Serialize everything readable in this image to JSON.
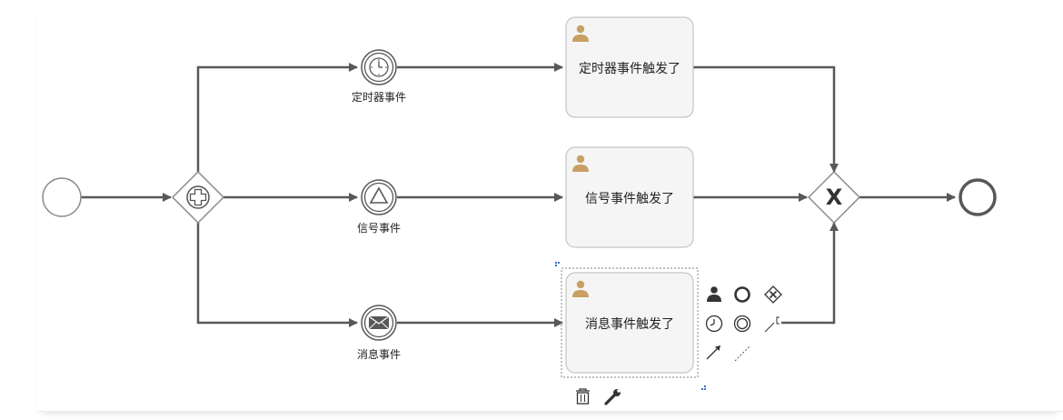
{
  "events": {
    "timer_label": "定时器事件",
    "signal_label": "信号事件",
    "message_label": "消息事件"
  },
  "tasks": {
    "timer_task": "定时器事件触发了",
    "signal_task": "信号事件触发了",
    "message_task": "消息事件触发了"
  },
  "gateways": {
    "parallel_symbol": "+",
    "exclusive_symbol": "X"
  },
  "icons": {
    "task": "user-icon",
    "start": "start-event-icon",
    "end": "end-event-icon",
    "timer": "timer-icon",
    "signal": "signal-icon",
    "message": "envelope-icon",
    "delete": "trash-icon",
    "edit": "wrench-icon"
  },
  "colors": {
    "flow": "#585858",
    "user_icon": "#c8a064",
    "selection": "#999999",
    "handle": "#3a6fc4"
  }
}
